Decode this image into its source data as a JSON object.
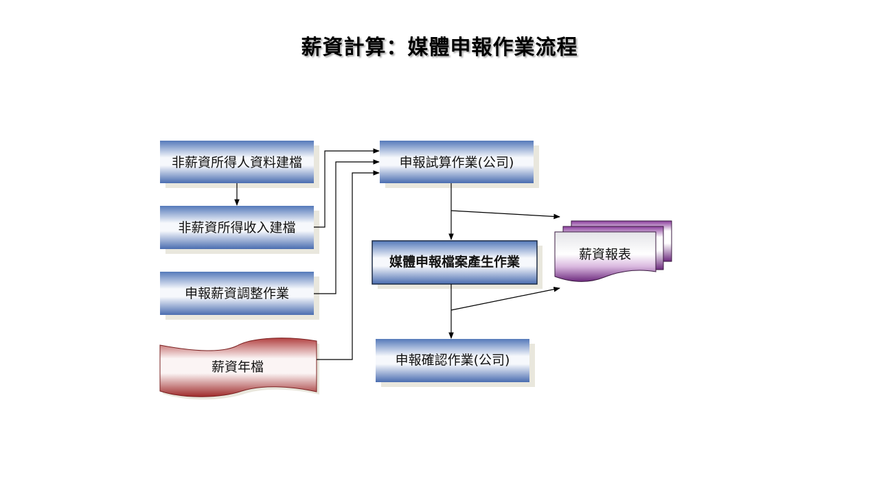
{
  "title": "薪資計算：媒體申報作業流程",
  "nodes": {
    "non_salary_person": "非薪資所得人資料建檔",
    "non_salary_income": "非薪資所得收入建檔",
    "salary_adjust": "申報薪資調整作業",
    "salary_year_file": "薪資年檔",
    "trial_calc": "申報試算作業(公司)",
    "media_file": "媒體申報檔案產生作業",
    "confirm": "申報確認作業(公司)",
    "salary_report": "薪資報表"
  },
  "colors": {
    "process_blue": "#4e74b8",
    "data_red": "#b03b3b",
    "report_purple": "#7b2c8f",
    "shadow": "#e9e7dd"
  }
}
